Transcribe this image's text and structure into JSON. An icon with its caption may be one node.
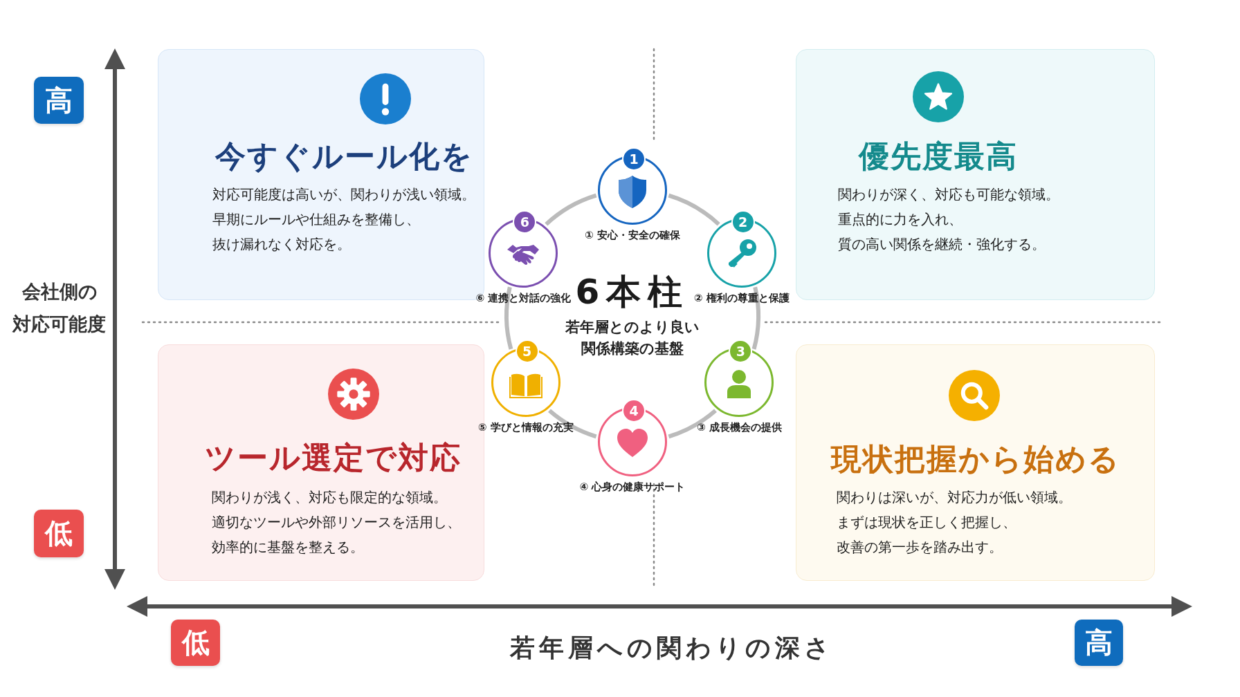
{
  "diagram": {
    "nodes": [
      {
        "text": [
          "高"
        ]
      },
      {
        "text": [
          "低"
        ]
      },
      {
        "text": [
          "今すぐルール化を",
          "対応可能度は高いが、関わりが浅い領域。早期にルールや仕組みを整備し、抜け漏れなく対応を。"
        ]
      },
      {
        "text": [
          "優先度最高",
          "関わりが深く、対応も可能な領域。重点的に力を入れ、質の高い関係を継続・強化する。"
        ]
      },
      {
        "text": [
          "ツール選定で対応",
          "関わりが浅く、対応も限定的な領域。適切なツールや外部リソースを活用し、効率的に基盤を整える。"
        ]
      },
      {
        "text": [
          "現状把握から始める",
          "関わりは深いが、対応力が低い領域。まずは現状を正しく把握し、改善の第一歩を踏み出す。"
        ]
      },
      {
        "text": [
          "1"
        ],
        "beside": [
          "① 安心・安全の確保"
        ]
      },
      {
        "text": [
          "2"
        ],
        "beside": [
          "② 権利の尊重と保護"
        ]
      },
      {
        "text": [
          "3"
        ],
        "beside": [
          "③ 成長機会の提供"
        ]
      },
      {
        "text": [
          "4"
        ],
        "beside": [
          "④ 心身の健康サポート"
        ]
      },
      {
        "text": [
          "5"
        ],
        "beside": [
          "⑤ 学びと情報の充実"
        ]
      },
      {
        "text": [
          "6"
        ],
        "beside": [
          "⑥ 連携と対話の強化"
        ]
      },
      {
        "text": [
          "低"
        ]
      },
      {
        "text": [
          "高"
        ]
      }
    ],
    "edges": [
      {
        "from": 6,
        "to": 7,
        "arrow": "none"
      },
      {
        "from": 7,
        "to": 8,
        "arrow": "none"
      },
      {
        "from": 8,
        "to": 9,
        "arrow": "none"
      },
      {
        "from": 9,
        "to": 10,
        "arrow": "none"
      },
      {
        "from": 10,
        "to": 11,
        "arrow": "none"
      },
      {
        "from": 11,
        "to": 6,
        "arrow": "none"
      }
    ],
    "labels": [
      "会社側の対応可能度",
      "6本柱",
      "若年層とのより良い関係構築の基盤",
      "若年層への関わりの深さ"
    ]
  }
}
